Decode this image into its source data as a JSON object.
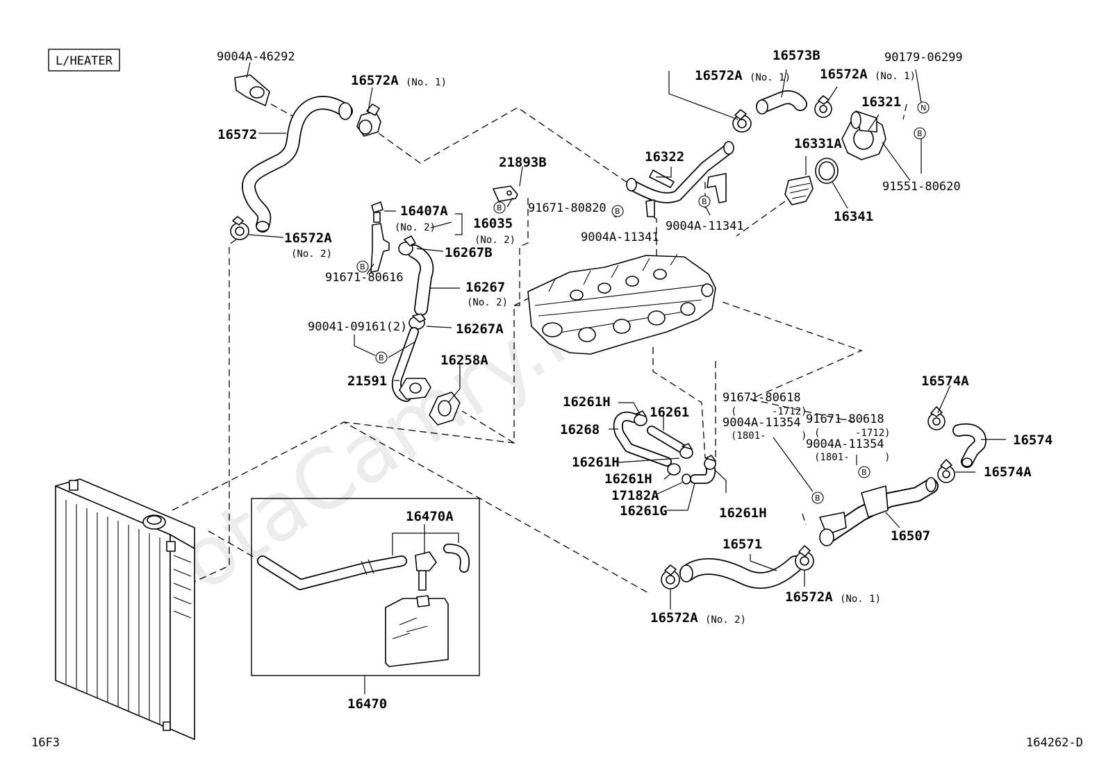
{
  "header": {
    "section_tag": "L/HEATER"
  },
  "footer": {
    "page_code": "16F3",
    "figure_id": "164262-D"
  },
  "watermark": "ToyotaCamry.ru",
  "symbols": {
    "bolt": "B",
    "nut": "N"
  },
  "parts": {
    "p9004a_46292": "9004A-46292",
    "p16572": "16572",
    "p16572a_top": "16572A",
    "p16572a_top_no": "(No. 1)",
    "p16572a_left": "16572A",
    "p16572a_left_no": "(No. 2)",
    "p21893b": "21893B",
    "p91671_80820": "91671-80820",
    "p16407a": "16407A",
    "p16407a_no": "(No. 2)",
    "p16035": "16035",
    "p16035_no": "(No. 2)",
    "p16267b": "16267B",
    "p91671_80616": "91671-80616",
    "p16267": "16267",
    "p16267_no": "(No. 2)",
    "p90041_09161": "90041-09161(2)",
    "p16267a": "16267A",
    "p16258a": "16258A",
    "p21591": "21591",
    "p16573b": "16573B",
    "p16572a_r1": "16572A",
    "p16572a_r1_no": "(No. 1)",
    "p16572a_r2": "16572A",
    "p16572a_r2_no": "(No. 1)",
    "p90179_06299": "90179-06299",
    "p16321": "16321",
    "p16322": "16322",
    "p16331a": "16331A",
    "p91551_80620": "91551-80620",
    "p16341": "16341",
    "p9004a_11341_a": "9004A-11341",
    "p9004a_11341_b": "9004A-11341",
    "p16261h_a": "16261H",
    "p16261": "16261",
    "p16268": "16268",
    "p16261h_b": "16261H",
    "p16261h_c": "16261H",
    "p17182a": "17182A",
    "p16261g": "16261G",
    "p16261h_d": "16261H",
    "p91671_80618_a": "91671-80618",
    "p91671_80618_a_range": "(      -1712)",
    "p9004a_11354_a": "9004A-11354",
    "p9004a_11354_a_range": "(1801-      )",
    "p91671_80618_b": "91671-80618",
    "p91671_80618_b_range": "(      -1712)",
    "p9004a_11354_b": "9004A-11354",
    "p9004a_11354_b_range": "(1801-      )",
    "p16574a_top": "16574A",
    "p16574": "16574",
    "p16574a_bottom": "16574A",
    "p16507": "16507",
    "p16571": "16571",
    "p16572a_b1": "16572A",
    "p16572a_b1_no": "(No. 1)",
    "p16572a_b2": "16572A",
    "p16572a_b2_no": "(No. 2)",
    "p16470a": "16470A",
    "p16470": "16470"
  }
}
